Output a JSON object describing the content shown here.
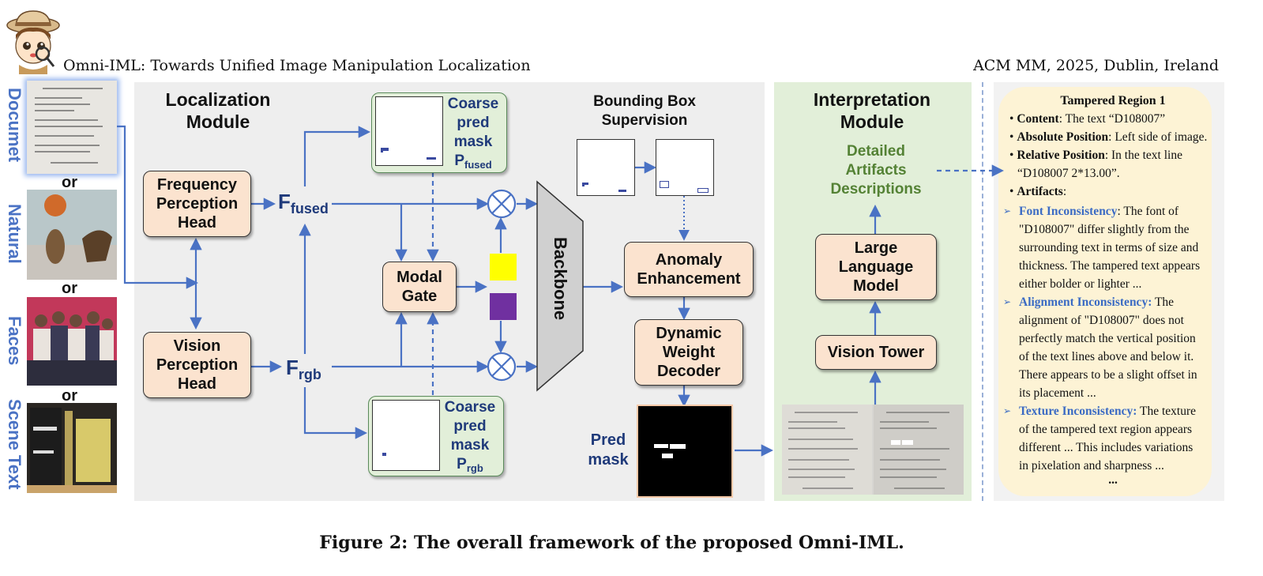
{
  "header": {
    "title": "Omni-IML: Towards Unified Image Manipulation Localization",
    "venue": "ACM MM, 2025, Dublin, Ireland"
  },
  "inputs": {
    "labels": [
      "Documet",
      "Natural",
      "Faces",
      "Scene Text"
    ],
    "separator": "or"
  },
  "localization": {
    "title_line1": "Localization",
    "title_line2": "Module",
    "freq_head": [
      "Frequency",
      "Perception",
      "Head"
    ],
    "vision_head": [
      "Vision",
      "Perception",
      "Head"
    ],
    "f_fused_main": "F",
    "f_fused_sub": "fused",
    "f_rgb_main": "F",
    "f_rgb_sub": "rgb",
    "modal_gate": [
      "Modal",
      "Gate"
    ],
    "coarse_fused": [
      "Coarse",
      "pred",
      "mask",
      "P"
    ],
    "coarse_fused_sub": "fused",
    "coarse_rgb": [
      "Coarse",
      "pred",
      "mask",
      "P"
    ],
    "coarse_rgb_sub": "rgb",
    "backbone": "Backbone",
    "bbox_title": [
      "Bounding Box",
      "Supervision"
    ],
    "anomaly": [
      "Anomaly",
      "Enhancement"
    ],
    "decoder": [
      "Dynamic",
      "Weight",
      "Decoder"
    ],
    "pred_mask": [
      "Pred",
      "mask"
    ]
  },
  "interpretation": {
    "title_line1": "Interpretation",
    "title_line2": "Module",
    "artifacts": [
      "Detailed",
      "Artifacts",
      "Descriptions"
    ],
    "llm": [
      "Large",
      "Language",
      "Model"
    ],
    "vision_tower": "Vision Tower"
  },
  "region": {
    "title": "Tampered Region 1",
    "content_label": "Content",
    "content_text": ": The text “D108007”",
    "abs_label": "Absolute Position",
    "abs_text": ": Left side of image.",
    "rel_label": "Relative Position",
    "rel_text": ": In the text line",
    "rel_text2": "“D108007  2*13.00”.",
    "art_label": "Artifacts",
    "art_colon": ":",
    "font_label": "Font Inconsistency",
    "font_text": [
      ": The font of",
      "\"D108007\" differ slightly from the",
      "surrounding text in terms of size and",
      "thickness. The tampered text appears",
      "either bolder or lighter ..."
    ],
    "align_label": "Alignment Inconsistency:",
    "align_text": [
      " The",
      "alignment of \"D108007\" does not",
      "perfectly match the vertical position",
      "of the text lines above and below it.",
      "There appears to be a slight offset in",
      "its placement ..."
    ],
    "texture_label": "Texture Inconsistency:",
    "texture_text": [
      " The texture",
      "of the tampered text region appears",
      "different ...  This includes variations",
      "in pixelation and sharpness ..."
    ],
    "ellipsis": "..."
  },
  "caption": "Figure 2: The overall framework of the proposed Omni-IML.",
  "colors": {
    "arrow": "#4a72c4",
    "panel_gray": "#eeeeee",
    "panel_green": "#e2efd9",
    "box_peach": "#fbe3cf",
    "coarse_green": "#e2efd9",
    "artifact_text": "#548235",
    "yellow": "#ffff00",
    "purple": "#7030a0",
    "region_bg": "#fdf3d5"
  },
  "icons": [
    "explorer-avatar-icon",
    "multiply-circle-icon",
    "triangle-bullet-icon"
  ]
}
